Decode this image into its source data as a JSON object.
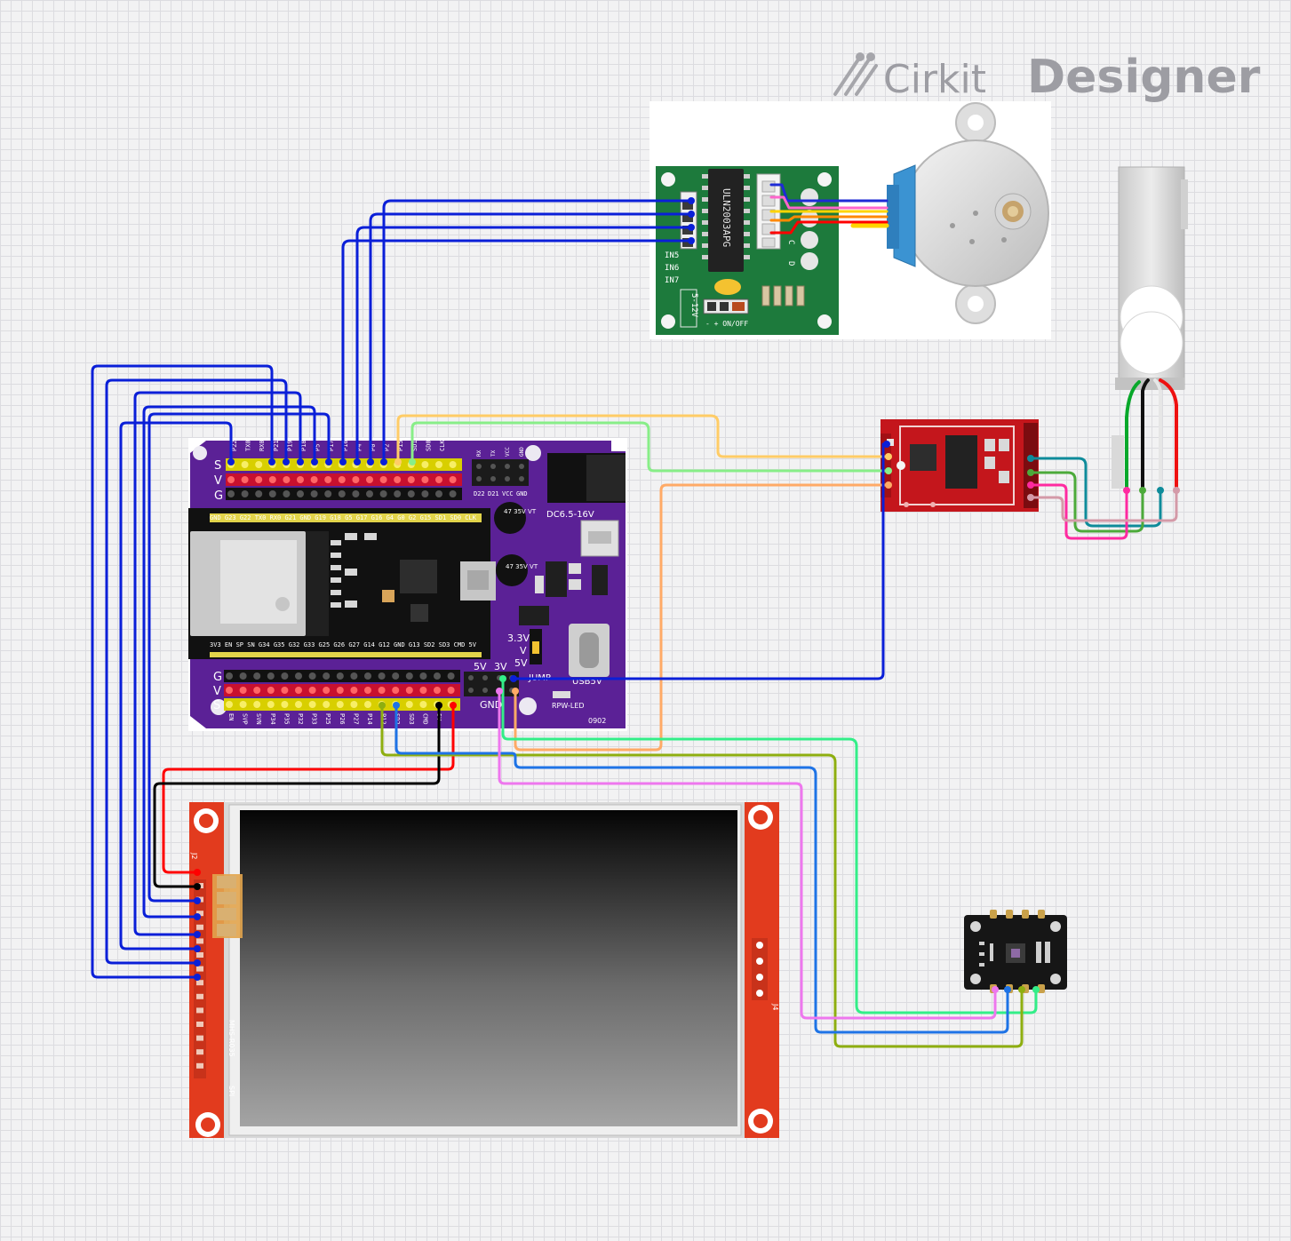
{
  "brand": {
    "name_light": "Cirkit",
    "name_bold": "Designer",
    "logo_icon": "cirkit-logo-icon"
  },
  "uln": {
    "chip": "ULN2003APG",
    "in5": "IN5",
    "in6": "IN6",
    "in7": "IN7",
    "voltage": "5-12V",
    "power": "- + ON/OFF",
    "c": "C",
    "d": "D"
  },
  "esp": {
    "row_labels": [
      "S",
      "V",
      "G"
    ],
    "top_pins": [
      "P22",
      "TX0",
      "RX0",
      "P21",
      "P19",
      "P18",
      "P5",
      "P17",
      "P16",
      "P4",
      "P0",
      "P2",
      "P15",
      "SD1",
      "SD0",
      "CLK"
    ],
    "module_top": "GND G23 G22 TX0 RX0 G21 GND G19 G18 G5 G17 G16 G4 G0 G2 G15 SD1 SD0 CLK",
    "module_bottom": "3V3 EN SP SN G34 G35 G32 G33 G25 G26 G27 G14 G12 GND G13 SD2 SD3 CMD 5V",
    "header_pins": [
      "D22",
      "D21",
      "VCC",
      "GND"
    ],
    "header_small": [
      "RX",
      "TX",
      "VCC",
      "GND"
    ],
    "dc_label": "DC6.5-16V",
    "cap1": "47 35V VT",
    "cap2": "47 35V VT",
    "v33": "3.3V",
    "v": "V",
    "v5": "5V",
    "jump": "JUMP",
    "usb5v": "USB5V",
    "v5_hdr": "5V",
    "v3_hdr": "3V",
    "gnd": "GND",
    "rpw": "RPW-LED",
    "code": "0902",
    "bottom_rows": [
      "G",
      "V",
      "S"
    ],
    "bottom_pins": [
      "EN",
      "SVP",
      "SVN",
      "P34",
      "P35",
      "P32",
      "P33",
      "P25",
      "P26",
      "P27",
      "P14",
      "P12",
      "SD2",
      "SD3",
      "CMD",
      "5V"
    ]
  },
  "tft": {
    "j2": "J2",
    "j4": "J4",
    "driver": "MHS-R035",
    "model": "SPI"
  },
  "colors": {
    "esp_board": "#5b2196",
    "hx711": "#c4161c",
    "uln": "#1d7a3c",
    "tft_frame": "#e23b1e"
  }
}
